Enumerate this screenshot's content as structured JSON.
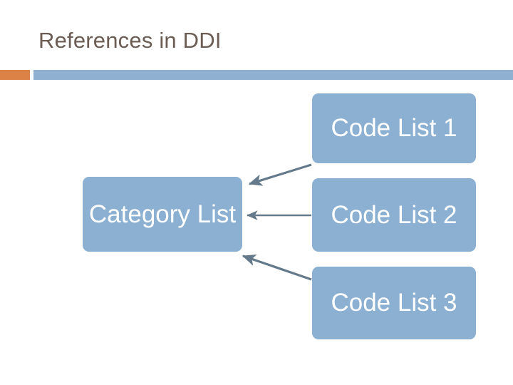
{
  "slide": {
    "title": "References in DDI",
    "background_color": "#ffffff",
    "title_color": "#6b5c54",
    "accent_color": "#dd8247",
    "rule_color": "#8fb0d0"
  },
  "diagram": {
    "type": "relationship-diagram",
    "node_fill_color": "#8cb0d2",
    "node_text_color": "#ffffff",
    "arrow_color": "#64798a",
    "nodes": [
      {
        "id": "category-list",
        "label": "Category List"
      },
      {
        "id": "code-list-1",
        "label": "Code List 1"
      },
      {
        "id": "code-list-2",
        "label": "Code List 2"
      },
      {
        "id": "code-list-3",
        "label": "Code List 3"
      }
    ],
    "arrows": [
      {
        "from": "code-list-1",
        "to": "category-list",
        "direction": "down-left"
      },
      {
        "from": "code-list-2",
        "to": "category-list",
        "direction": "left"
      },
      {
        "from": "code-list-3",
        "to": "category-list",
        "direction": "up-left"
      }
    ]
  }
}
